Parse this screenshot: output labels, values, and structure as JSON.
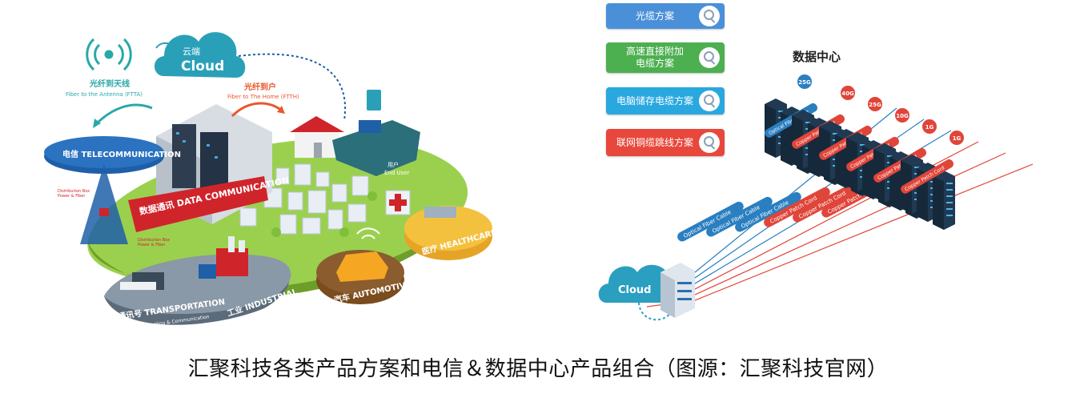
{
  "left": {
    "cloud": {
      "cn": "云端",
      "en": "Cloud"
    },
    "ftta": {
      "cn": "光纤到天线",
      "en": "Fiber to the Antenna (FTTA)"
    },
    "ftth": {
      "cn": "光纤到户",
      "en": "Fiber to The Home (FTTH)"
    },
    "telecom": {
      "cn": "电信",
      "en": "TELECOMMUNICATION"
    },
    "dist1": {
      "l1": "Distribution Box",
      "l2": "Power & Fiber"
    },
    "dist2": {
      "l1": "Distribution Box",
      "l2": "Power & Fiber"
    },
    "datacomm": {
      "cn": "数据通讯",
      "en": "DATA COMMUNICATION"
    },
    "enduser": {
      "cn": "用户",
      "en": "End User"
    },
    "healthcare": {
      "cn": "医疗",
      "en": "HEALTHCARE"
    },
    "automotive": {
      "cn": "汽车",
      "en": "AUTOMOTIVE"
    },
    "industrial": {
      "cn": "工业",
      "en": "INDUSTRIAL"
    },
    "transport": {
      "cn": "交通讯号",
      "en": "TRANSPORTATION",
      "sub": "• 信号与沟通 Signaling & Communication"
    }
  },
  "right": {
    "buttons": [
      {
        "label": "光缆方案",
        "color": "#4a90d9"
      },
      {
        "label": "高速直接附加\n电缆方案",
        "color": "#4caf50"
      },
      {
        "label": "电脑储存电缆方案",
        "color": "#29a8e0"
      },
      {
        "label": "联网铜缆跳线方案",
        "color": "#e8473c"
      }
    ],
    "title": "数据中心",
    "cloud": "Cloud",
    "speeds": [
      "25G",
      "40G",
      "25G",
      "10G",
      "1G",
      "1G"
    ],
    "rack_cables": [
      "Optical Fiber Cable",
      "Copper Patch Cord",
      "Copper Patch Cord",
      "Copper Patch Cord",
      "Copper Patch Cord",
      "Copper Patch Cord"
    ],
    "floor_cables": [
      "Optical Fiber Cable",
      "Optical Fiber Cable",
      "Optical Fiber Cable",
      "Copper Patch Cord",
      "Copper Patch Cord",
      "Copper Patch Cord"
    ]
  },
  "caption": "汇聚科技各类产品方案和电信＆数据中心产品组合（图源：汇聚科技官网）"
}
